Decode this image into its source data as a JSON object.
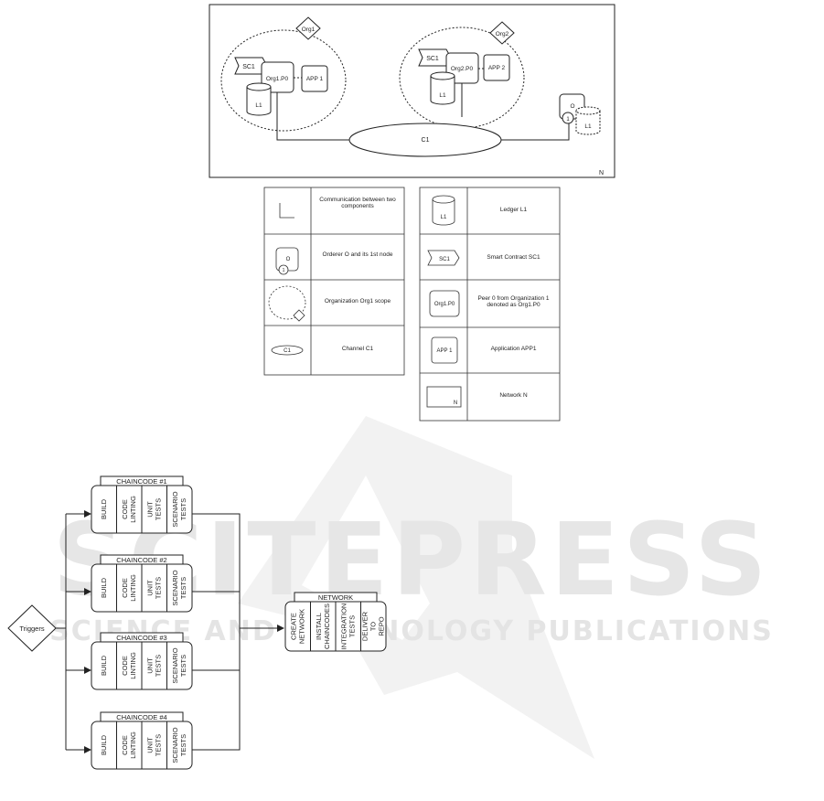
{
  "watermark": {
    "big": "SCITEPRESS",
    "sub": "SCIENCE AND TECHNOLOGY PUBLICATIONS"
  },
  "network": {
    "org1": "Org1",
    "org2": "Org2",
    "sc1_left": "SC1",
    "sc1_right": "SC1",
    "peer1": "Org1.P0",
    "peer2": "Org2.P0",
    "app1": "APP 1",
    "app2": "APP 2",
    "ledger_left": "L1",
    "ledger_right": "L1",
    "ledger_orderer": "L1",
    "orderer": "O",
    "orderer_node": "1",
    "channel": "C1",
    "network_label": "N"
  },
  "legend_left": [
    {
      "text": "Communication between two components"
    },
    {
      "text": "Orderer O and its 1st node",
      "sym_o": "O",
      "sym_n": "1"
    },
    {
      "text": "Organization Org1 scope"
    },
    {
      "text": "Channel C1",
      "sym": "C1"
    }
  ],
  "legend_right": [
    {
      "text": "Ledger L1",
      "sym": "L1"
    },
    {
      "text": "Smart Contract SC1",
      "sym": "SC1"
    },
    {
      "text": "Peer 0 from Organization 1 denoted as Org1.P0",
      "sym": "Org1.P0"
    },
    {
      "text": "Application APP1",
      "sym": "APP 1"
    },
    {
      "text": "Network N",
      "sym": "N"
    }
  ],
  "pipeline": {
    "trigger": "Triggers",
    "chaincodes": [
      {
        "title": "CHAINCODE #1",
        "stages": [
          "BUILD",
          "CODE LINTING",
          "UNIT TESTS",
          "SCENARIO TESTS"
        ]
      },
      {
        "title": "CHAINCODE #2",
        "stages": [
          "BUILD",
          "CODE LINTING",
          "UNIT TESTS",
          "SCENARIO TESTS"
        ]
      },
      {
        "title": "CHAINCODE #3",
        "stages": [
          "BUILD",
          "CODE LINTING",
          "UNIT TESTS",
          "SCENARIO TESTS"
        ]
      },
      {
        "title": "CHAINCODE #4",
        "stages": [
          "BUILD",
          "CODE LINTING",
          "UNIT TESTS",
          "SCENARIO TESTS"
        ]
      }
    ],
    "network": {
      "title": "NETWORK",
      "stages": [
        "CREATE NETWORK",
        "INSTALL CHAINCODES",
        "INTEGRATION TESTS",
        "DELIVER TO REPO"
      ]
    }
  }
}
